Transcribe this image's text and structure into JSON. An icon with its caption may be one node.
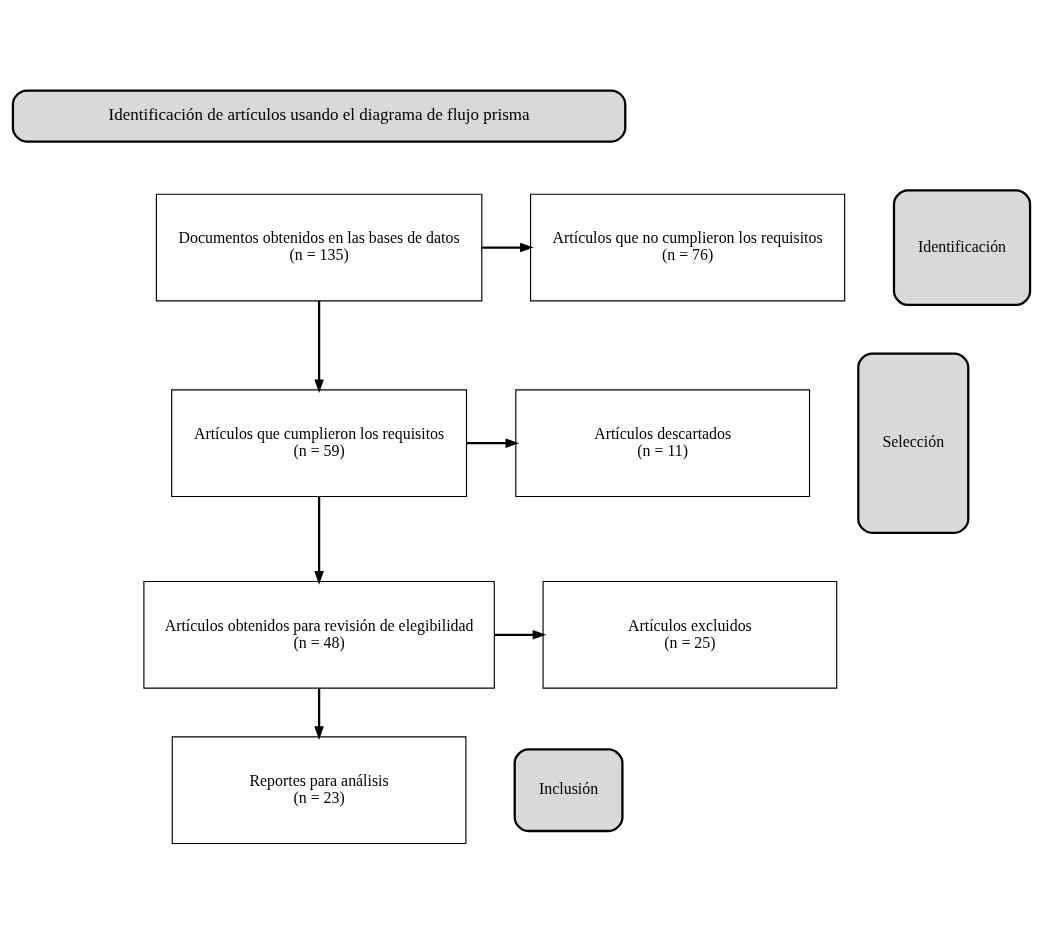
{
  "diagram": {
    "nodes": [
      {
        "text": [
          "Identificación de artículos usando el diagrama de flujo prisma"
        ]
      },
      {
        "text": [
          "Identificación"
        ]
      },
      {
        "text": [
          "Documentos obtenidos en las bases de datos",
          "(n = 135)"
        ]
      },
      {
        "text": [
          "Artículos que no cumplieron los requisitos",
          "(n = 76)"
        ]
      },
      {
        "text": [
          "Selección"
        ]
      },
      {
        "text": [
          "Artículos que cumplieron los requisitos",
          "(n = 59)"
        ]
      },
      {
        "text": [
          "Artículos descartados",
          "(n = 11)"
        ]
      },
      {
        "text": [
          "Artículos obtenidos para revisión de elegibilidad",
          "(n = 48)"
        ]
      },
      {
        "text": [
          "Artículos excluidos",
          "(n = 25)"
        ]
      },
      {
        "text": [
          "Inclusión"
        ]
      },
      {
        "text": [
          "Reportes para análisis",
          "(n = 23)"
        ]
      }
    ],
    "edges": [
      {
        "from": 2,
        "to": 3,
        "arrow": "to"
      },
      {
        "from": 2,
        "to": 5,
        "arrow": "to"
      },
      {
        "from": 5,
        "to": 6,
        "arrow": "to"
      },
      {
        "from": 5,
        "to": 7,
        "arrow": "to"
      },
      {
        "from": 7,
        "to": 8,
        "arrow": "to"
      },
      {
        "from": 7,
        "to": 10,
        "arrow": "to"
      }
    ]
  }
}
